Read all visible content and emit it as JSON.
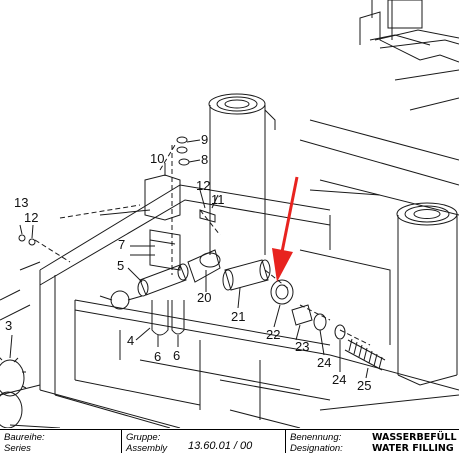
{
  "drawing": {
    "callouts": [
      "3",
      "4",
      "5",
      "6",
      "6",
      "7",
      "8",
      "9",
      "10",
      "11",
      "12",
      "12",
      "13",
      "20",
      "21",
      "22",
      "23",
      "24",
      "24",
      "25"
    ],
    "arrow_color": "#e8231f",
    "line_color": "#1a1a1a"
  },
  "title_block": {
    "series_label": "Baureihe:",
    "series_sublabel": "Series",
    "group_label": "Gruppe:",
    "group_sublabel": "Assembly",
    "group_number": "13.60.01 / 00",
    "name_label": "Benennung:",
    "name_value": "WASSERBEFÜLL",
    "designation_label": "Designation:",
    "designation_value": "WATER FILLING"
  }
}
